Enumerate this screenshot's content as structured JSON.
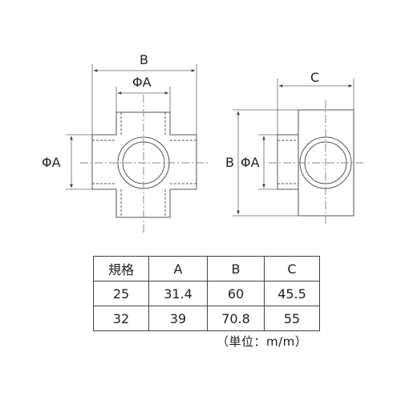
{
  "diagram": {
    "left_view": {
      "dim_top": "B",
      "dim_inner": "ΦA",
      "dim_left": "ΦA"
    },
    "right_view": {
      "dim_top": "C",
      "dim_left_outer": "B",
      "dim_left_inner": "ΦA"
    }
  },
  "table": {
    "headers": [
      "規格",
      "A",
      "B",
      "C"
    ],
    "rows": [
      [
        "25",
        "31.4",
        "60",
        "45.5"
      ],
      [
        "32",
        "39",
        "70.8",
        "55"
      ]
    ]
  },
  "unit_note": "（単位：m/m）"
}
